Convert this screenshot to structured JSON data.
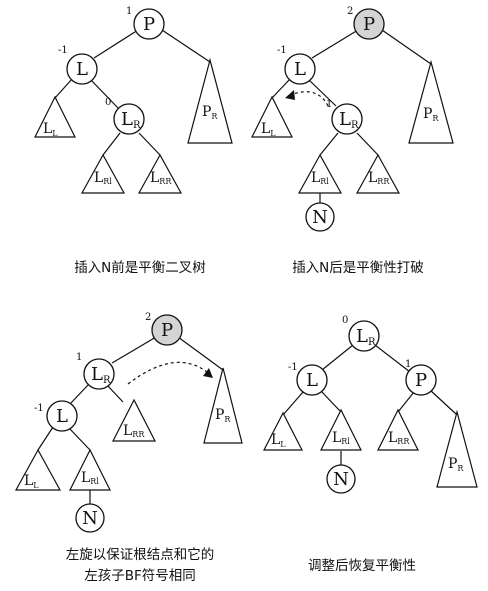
{
  "captions": {
    "tl": "插入N前是平衡二叉树",
    "tr": "插入N后是平衡性打破",
    "bl_line1": "左旋以保证根结点和它的",
    "bl_line2": "左孩子BF符号相同",
    "br": "调整后恢复平衡性"
  },
  "node_labels": {
    "P": "P",
    "L": "L",
    "L_main": "L",
    "R_sub": "R",
    "N": "N"
  },
  "subtree_labels": {
    "L_main": "L",
    "L_sub": "L",
    "P_main": "P",
    "P_sub": "R",
    "LRl_sub": "Rl",
    "LRR_sub": "RR"
  },
  "balance_factors": {
    "tl_P": "1",
    "tl_L": "-1",
    "tl_LR": "0",
    "tr_P": "2",
    "tr_L": "-1",
    "tr_LR": "1",
    "bl_P": "2",
    "bl_LR": "1",
    "bl_L": "-1",
    "br_LR": "0",
    "br_L": "-1",
    "br_P": "1"
  },
  "colors": {
    "unbalanced_node_fill": "#d4d4d4",
    "line": "#111111"
  }
}
